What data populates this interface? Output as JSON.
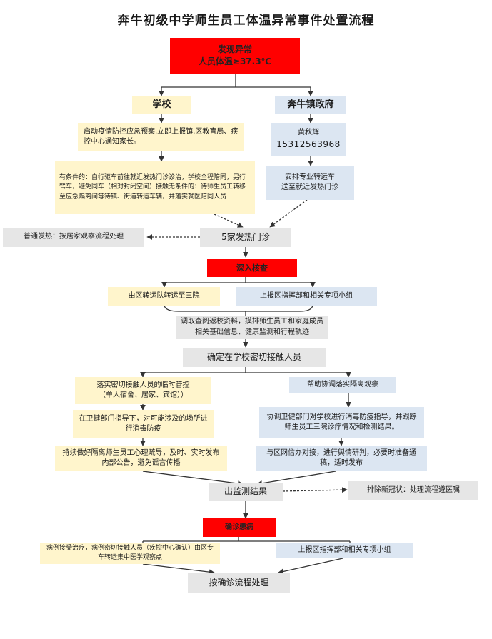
{
  "title": "奔牛初级中学师生员工体温异常事件处置流程",
  "nodes": {
    "discover_line1": "发现异常",
    "discover_line2": "人员体温≥37.3℃",
    "school": "学校",
    "government": "奔牛镇政府",
    "school_step1": "启动疫情防控应急预案,立即上报镇,区教育局、疾控中心通知家长。",
    "gov_contact_name": "黄秋辉",
    "gov_contact_phone": "15312563968",
    "school_step2": "有条件的：自行驱车前往就近发热门诊诊治，学校全程陪同，另行驾车，避免同车（相对封闭空间）接触无条件的：待师生员工转移至应急隔离间等待镇、街道转运车辆，并落实就医陪同人员",
    "gov_step2": "安排专业转运车\n送至就近发热门诊",
    "ordinary_fever": "普通发热：按居家观察流程处理",
    "fever_clinic": "5家发热门诊",
    "deep_check": "深入核查",
    "district_transfer": "由区转运队转运至三院",
    "report_command": "上报区指挥部和相关专项小组",
    "investigate": "调取查阅返校资料，摸排师生员工和家庭成员\n相关基础信息、健康监测和行程轨迹",
    "confirm_contacts": "确定在学校密切接触人员",
    "temp_control": "落实密切接触人员的临时管控\n（单人宿舍、居家、宾馆））",
    "assist_isolation": "帮助协调落实隔离观察",
    "disinfect": "在卫健部门指导下，对可能涉及的场所进行消毒防疫",
    "coordinate_health": "协调卫健部门对学校进行消毒防疫指导，并跟踪师生员工三院诊疗情况和检测结果。",
    "psych_support": "持续做好隔离师生员工心理疏导，及时、实时发布内部公告，避免谣言传播",
    "liaise_network": "与区网信办对接，进行舆情研判，必要时准备通稿，适时发布",
    "monitor_result": "出监测结果",
    "exclude": "排除新冠状：处理流程遵医嘱",
    "confirmed": "确诊患病",
    "patient_treatment": "病例接受治疗，病例密切接触人员（疾控中心确认）由区专车转运集中医学观察点",
    "report_command2": "上报区指挥部和相关专项小组",
    "final_process": "按确诊流程处理"
  }
}
